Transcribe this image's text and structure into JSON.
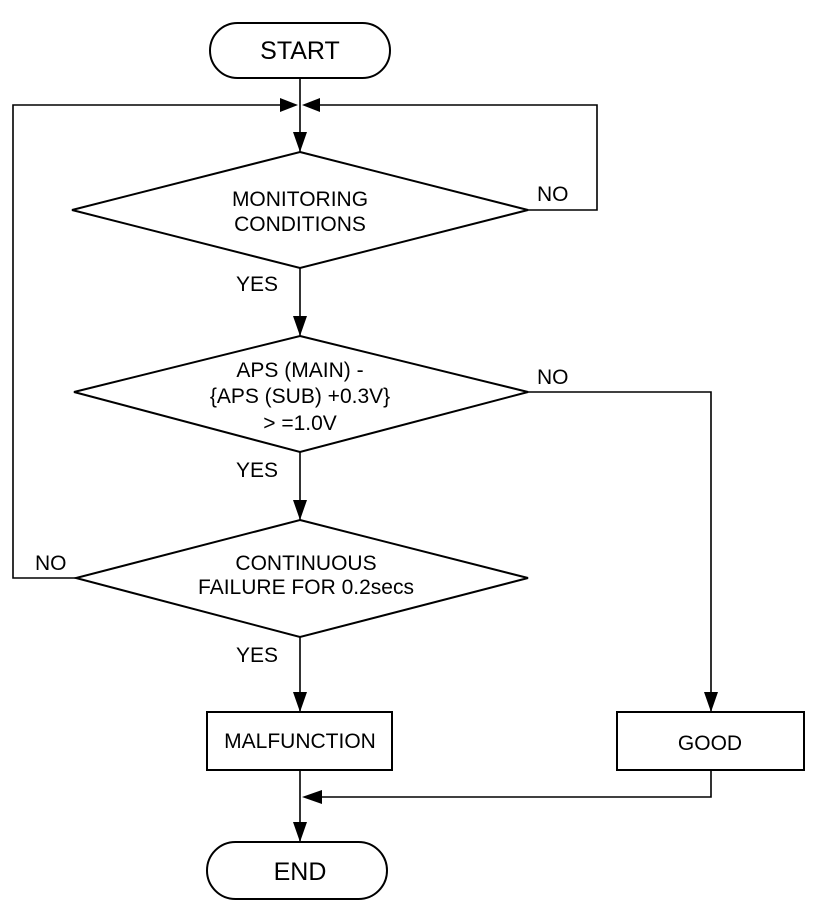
{
  "flowchart": {
    "start": "START",
    "end": "END",
    "decision1": {
      "lines": [
        "MONITORING",
        "CONDITIONS"
      ],
      "yes": "YES",
      "no": "NO"
    },
    "decision2": {
      "lines": [
        "APS (MAIN) -",
        "{APS (SUB) +0.3V}",
        "> =1.0V"
      ],
      "yes": "YES",
      "no": "NO"
    },
    "decision3": {
      "lines": [
        "CONTINUOUS",
        "FAILURE FOR 0.2secs"
      ],
      "yes": "YES",
      "no": "NO"
    },
    "malfunction": "MALFUNCTION",
    "good": "GOOD"
  }
}
